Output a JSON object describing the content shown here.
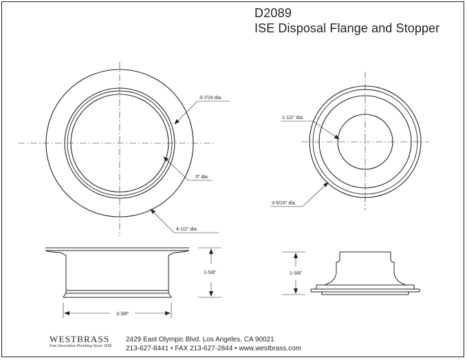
{
  "title": {
    "code": "D2089",
    "name": "ISE Disposal Flange and Stopper"
  },
  "dimensions": {
    "flange_outer_dia": "4-1/2\" dia.",
    "flange_lip_dia": "3-7/16 dia.",
    "flange_inner_dia": "3\" dia.",
    "flange_height": "1-5/8\"",
    "flange_bottom_width": "3-3/8\"",
    "stopper_knob_dia": "1-1/2\" dia.",
    "stopper_outer_dia": "3-5/16\" dia.",
    "stopper_height": "1-3/8\""
  },
  "footer": {
    "brand": "WESTBRASS",
    "tagline": "Fine Decorative Plumbing Since 1935",
    "address": "2429 East Olympic Blvd. Los Angeles, CA  90021",
    "contact": "213-627-8441 • FAX 213-627-2844 • www.westbrass.com"
  },
  "colors": {
    "ink": "#231f20",
    "background": "#ffffff"
  }
}
